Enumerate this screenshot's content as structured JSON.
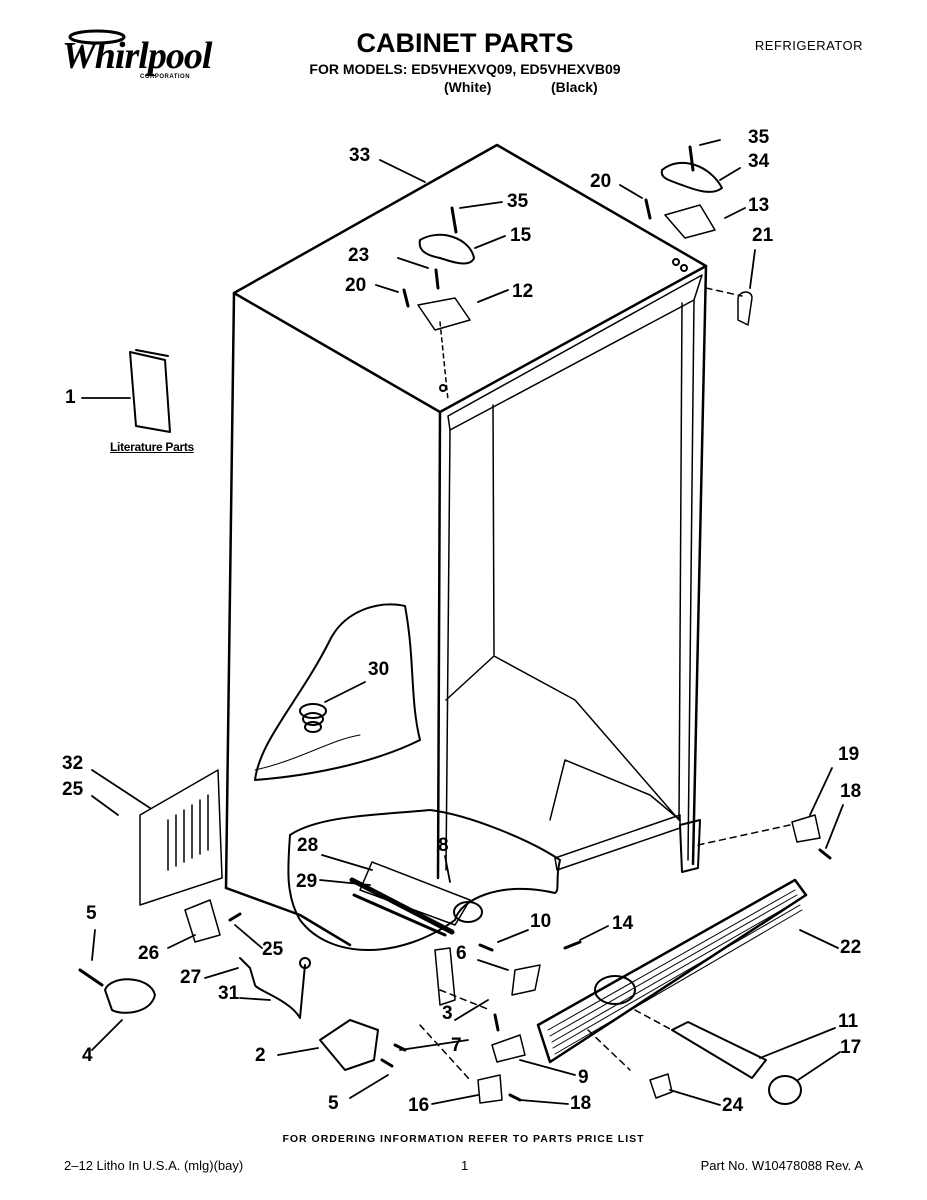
{
  "brand": {
    "name": "Whirlpool",
    "corporation": "CORPORATION"
  },
  "header": {
    "title": "CABINET PARTS",
    "models_line": "FOR MODELS: ED5VHEXVQ09, ED5VHEXVB09",
    "variant_white": "(White)",
    "variant_black": "(Black)",
    "category": "REFRIGERATOR"
  },
  "literature_label": "Literature Parts",
  "callouts": {
    "c1": "1",
    "c2": "2",
    "c3": "3",
    "c4": "4",
    "c5a": "5",
    "c5b": "5",
    "c6": "6",
    "c7": "7",
    "c8": "8",
    "c9": "9",
    "c10": "10",
    "c11": "11",
    "c12": "12",
    "c13": "13",
    "c14": "14",
    "c15": "15",
    "c16": "16",
    "c17": "17",
    "c18a": "18",
    "c18b": "18",
    "c19": "19",
    "c20a": "20",
    "c20b": "20",
    "c21": "21",
    "c22": "22",
    "c23": "23",
    "c24": "24",
    "c25a": "25",
    "c25b": "25",
    "c26": "26",
    "c27": "27",
    "c28": "28",
    "c29": "29",
    "c30": "30",
    "c31": "31",
    "c32": "32",
    "c33": "33",
    "c34": "34",
    "c35a": "35",
    "c35b": "35"
  },
  "footer": {
    "ordering_note": "FOR ORDERING INFORMATION REFER TO PARTS PRICE LIST",
    "litho": "2–12 Litho In U.S.A. (mlg)(bay)",
    "page": "1",
    "part_no": "Part No. W10478088 Rev. A"
  }
}
